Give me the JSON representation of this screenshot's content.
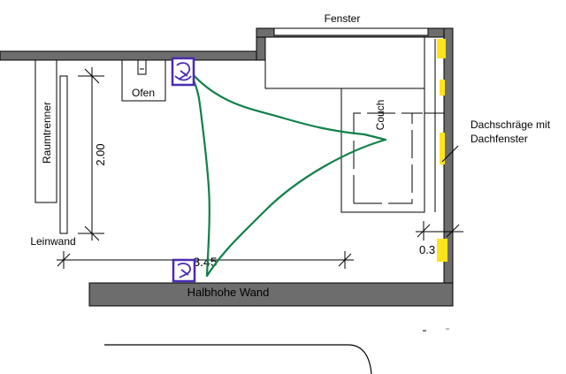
{
  "labels": {
    "fenster": "Fenster",
    "ofen": "Ofen",
    "raumtrenner": "Raumtrenner",
    "leinwand": "Leinwand",
    "couch": "Couch",
    "dachschraege_line1": "Dachschräge mit",
    "dachschraege_line2": "Dachfenster",
    "halbhohe_wand": "Halbhohe Wand"
  },
  "dimensions": {
    "vertical": "2.00",
    "horizontal": "3.45",
    "small": "0.3"
  },
  "colors": {
    "wall": "#6d6d6d",
    "line": "#000000",
    "triangle": "#118049",
    "speaker": "#4b2bb2",
    "highlight": "#ffe419"
  }
}
